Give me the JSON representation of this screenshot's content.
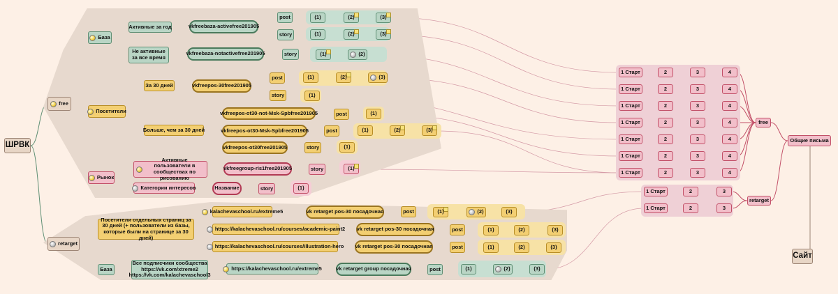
{
  "nodes": {
    "root": "ШРВК",
    "free": "free",
    "retarget": "retarget",
    "baza": "База",
    "posetiteli": "Посетители",
    "rynok": "Рынок",
    "active_year": "Активные за год",
    "not_active": "Не активные за все время",
    "aud_active": "vkfreebaza-activefree201905",
    "aud_notactive": "vkfreebaza-notactivefree201905",
    "za30": "За 30 дней",
    "bolshe30": "Больше, чем за 30 дней",
    "aud_pos30": "vkfreepos-30free201905",
    "aud_ot30_not": "vkfreepos-ot30-not-Msk-Spbfree201905",
    "aud_ot30_msk": "vkfreepos-ot30-Msk-Spbfree201905",
    "aud_ot30": "vkfreepos-ot30free201905",
    "active_users": "Активные пользователи в сообществах по рисованию",
    "categories": "Категории интересов",
    "aud_ris": "vkfreegroup-ris1free201905",
    "nazvanie": "Название",
    "post": "post",
    "story": "story",
    "n1": "(1)",
    "n2": "(2)",
    "n3": "(3)",
    "visitors_pages": "Посетители отдельных страниц за 30 дней (+ пользователи из базы, которые были на странице за 30 дней)",
    "url_extreme5": "kalachevaschool.ru/extreme5",
    "url_paint2": "https://kalachevaschool.ru/courses/academic-paint2",
    "url_hero": "https://kalachevaschool.ru/courses/illustration-hero",
    "ret_pos30": "vk retarget pos-30 посадочная",
    "baza2": "База",
    "subscribers": "Все подписчики сообщества https://vk.com/xtreme2 https://vk.com/kalachevaschool3",
    "url_extreme5_full": "https://kalachevaschool.ru/extreme5",
    "ret_group": "vk retarget group посадочная",
    "start1": "1 Старт",
    "s2": "2",
    "s3": "3",
    "s4": "4",
    "free_r": "free",
    "retarget_r": "retarget",
    "common": "Общие письма",
    "site": "Сайт"
  },
  "colors": {
    "green": "#b9d5c5",
    "gold": "#f3cf72",
    "pink": "#f2bfca",
    "tan": "#e8d6c6",
    "line_green": "#5f8f74",
    "line_gold": "#b88e27",
    "line_pink": "#c25068"
  }
}
